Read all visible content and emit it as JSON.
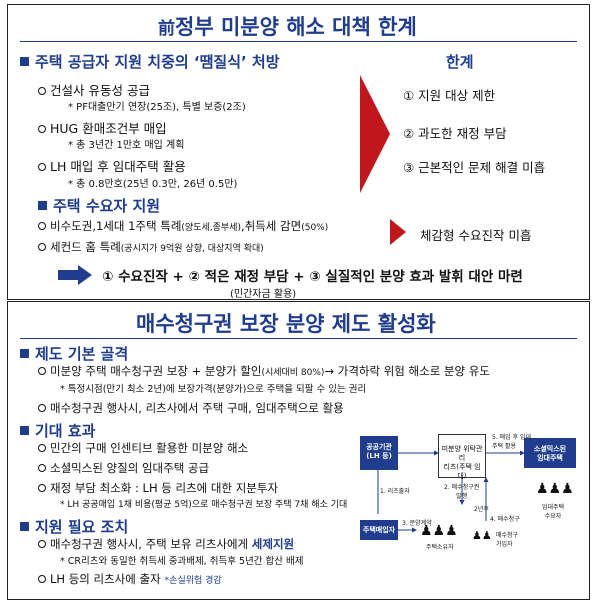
{
  "panel1": {
    "title_prefix": "前",
    "title_main": "정부 미분양 해소 대책 한계",
    "section1": "주택 공급자 지원 치중의 ‘땜질식’ 처방",
    "limits_header": "한계",
    "items1": [
      {
        "text": "건설사 유동성 공급",
        "sub": "* PF대출만기 연장(25조), 특별 보증(2조)"
      },
      {
        "text": "HUG 환매조건부 매입",
        "sub": "* 총 3년간 1만호 매입 계획"
      },
      {
        "text": "LH 매입 후 임대주택 활용",
        "sub": "* 총 0.8만호(25년 0.3만, 26년 0.5만)"
      }
    ],
    "limits": [
      "① 지원 대상 제한",
      "② 과도한 재정 부담",
      "③ 근본적인 문제 해결 미흡"
    ],
    "section2": "주택 수요자 지원",
    "items2": [
      {
        "prefix": "비수도권,1세대 1주택 특례",
        "small": "(양도세,종부세)",
        "suffix": ",취득세 감면",
        "small2": "(50%)"
      },
      {
        "prefix": "세컨드 홈 특례",
        "small": "(공시지가 9억원 상향, 대상지역 확대)",
        "suffix": "",
        "small2": ""
      }
    ],
    "limit2": "체감형 수요진작 미흡",
    "conclusion": "① 수요진작 + ② 적은 재정 부담 + ③ 실질적인 분양 효과 발휘 대안 마련",
    "conclusion_note": "(민간자금 활용)"
  },
  "panel2": {
    "title": "매수청구권 보장 분양 제도 활성화",
    "s1": "제도 기본 골격",
    "s1_item1_a": "미분양 주택 매수청구권 보장 + 분양가 할인",
    "s1_item1_b": "(시세대비 80%)",
    "s1_item1_c": "→ 가격하락 위험 해소로 분양 유도",
    "s1_sub": "* 특정시점(만기 최소 2년)에 보장가격(분양가)으로 주택을 되팔 수 있는 권리",
    "s1_item2": "매수청구권 행사시, 리츠사에서 주택 구매, 임대주택으로 활용",
    "s2": "기대 효과",
    "s2_items": [
      "민간의 구매 인센티브 활용한 미분양 해소",
      "소셜믹스된 양질의 임대주택 공급",
      "재정 부담 최소화 : LH 등 리츠에 대한 지분투자"
    ],
    "s2_sub": "* LH 공공매입 1채 비용(평균 5억)으로 매수청구권 보장 주택 7채 해소 기대",
    "s3": "지원 필요 조치",
    "s3_item1_a": "매수청구권 행사시, 주택 보유 리츠사에게 ",
    "s3_item1_b": "세제지원",
    "s3_sub": "* CR리츠와 동일한 취득세 중과배제, 취득후 5년간 합산 배제",
    "s3_item2_a": "LH 등의 리츠사에 출자",
    "s3_item2_b": "*손실위험 경감",
    "diagram": {
      "public": "공공기관\n(LH 등)",
      "reit": "미분양 위탁관리\n리츠(주택 임대)",
      "buyer_house": "주택매입자",
      "social": "소셜믹스된\n임대주택",
      "step1": "1. 리츠출자",
      "step2": "2. 매수청구권\n발행",
      "step3": "3. 분양계약",
      "step4": "4. 매수청구",
      "step5": "5. 매입 후 임대\n주택 활용",
      "years": "2년후",
      "buyers": "주택소유자",
      "buyers2": "매수청구\n가입자",
      "tenants": "임대주택\n수요자"
    }
  },
  "colors": {
    "navy": "#1f3d8c",
    "arrow_red": "#c0171c"
  }
}
